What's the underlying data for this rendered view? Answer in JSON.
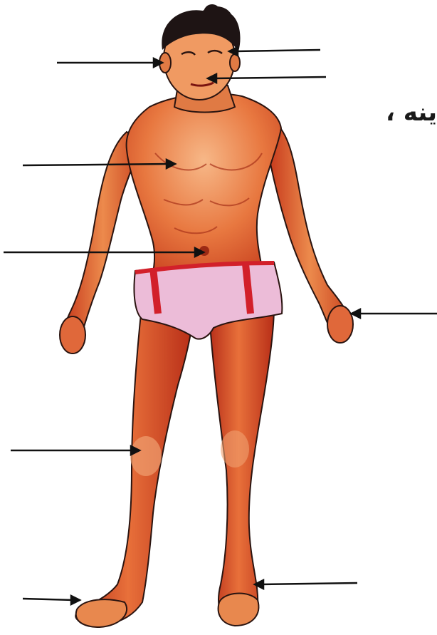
{
  "diagram": {
    "partial_caption": "ینه ،"
  },
  "colors": {
    "skin_light": "#f3a06a",
    "skin_mid": "#e0622f",
    "skin_dark": "#c23a1c",
    "shorts": "#e9b6d2",
    "shorts_stripe": "#d2202a",
    "hair": "#1e1414",
    "pointer": "#111111"
  },
  "pointers": [
    {
      "target": "ear"
    },
    {
      "target": "eye"
    },
    {
      "target": "mouth"
    },
    {
      "target": "chest"
    },
    {
      "target": "navel"
    },
    {
      "target": "hand"
    },
    {
      "target": "knee"
    },
    {
      "target": "ankle"
    },
    {
      "target": "toes"
    }
  ]
}
